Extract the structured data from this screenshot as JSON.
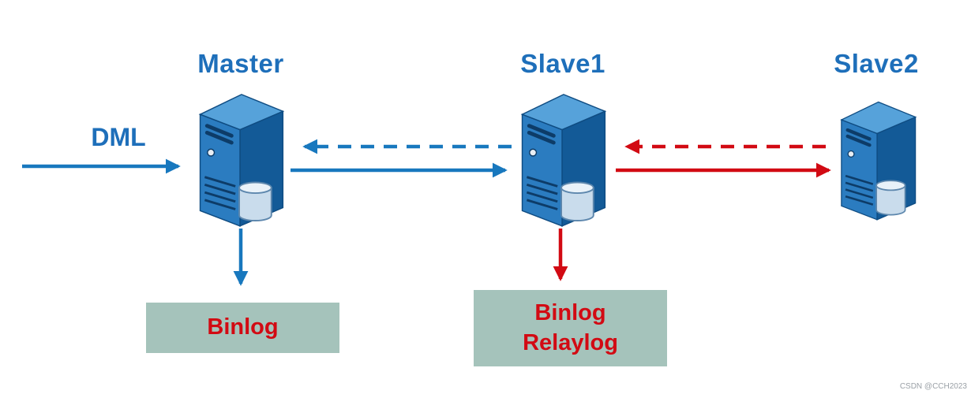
{
  "diagram": {
    "nodes": [
      {
        "id": "master",
        "label": "Master"
      },
      {
        "id": "slave1",
        "label": "Slave1"
      },
      {
        "id": "slave2",
        "label": "Slave2"
      }
    ],
    "input_label": "DML",
    "boxes": [
      {
        "id": "binlog",
        "lines": [
          "Binlog"
        ]
      },
      {
        "id": "binlog-relaylog",
        "lines": [
          "Binlog",
          "Relaylog"
        ]
      }
    ],
    "colors": {
      "blue": "#1878be",
      "red": "#d20a13",
      "label_blue": "#1e6fba",
      "box_bg": "#a5c3bb",
      "box_text": "#d20a13",
      "watermark": "#9aa0a6"
    },
    "watermark": "CSDN @CCH2023"
  }
}
